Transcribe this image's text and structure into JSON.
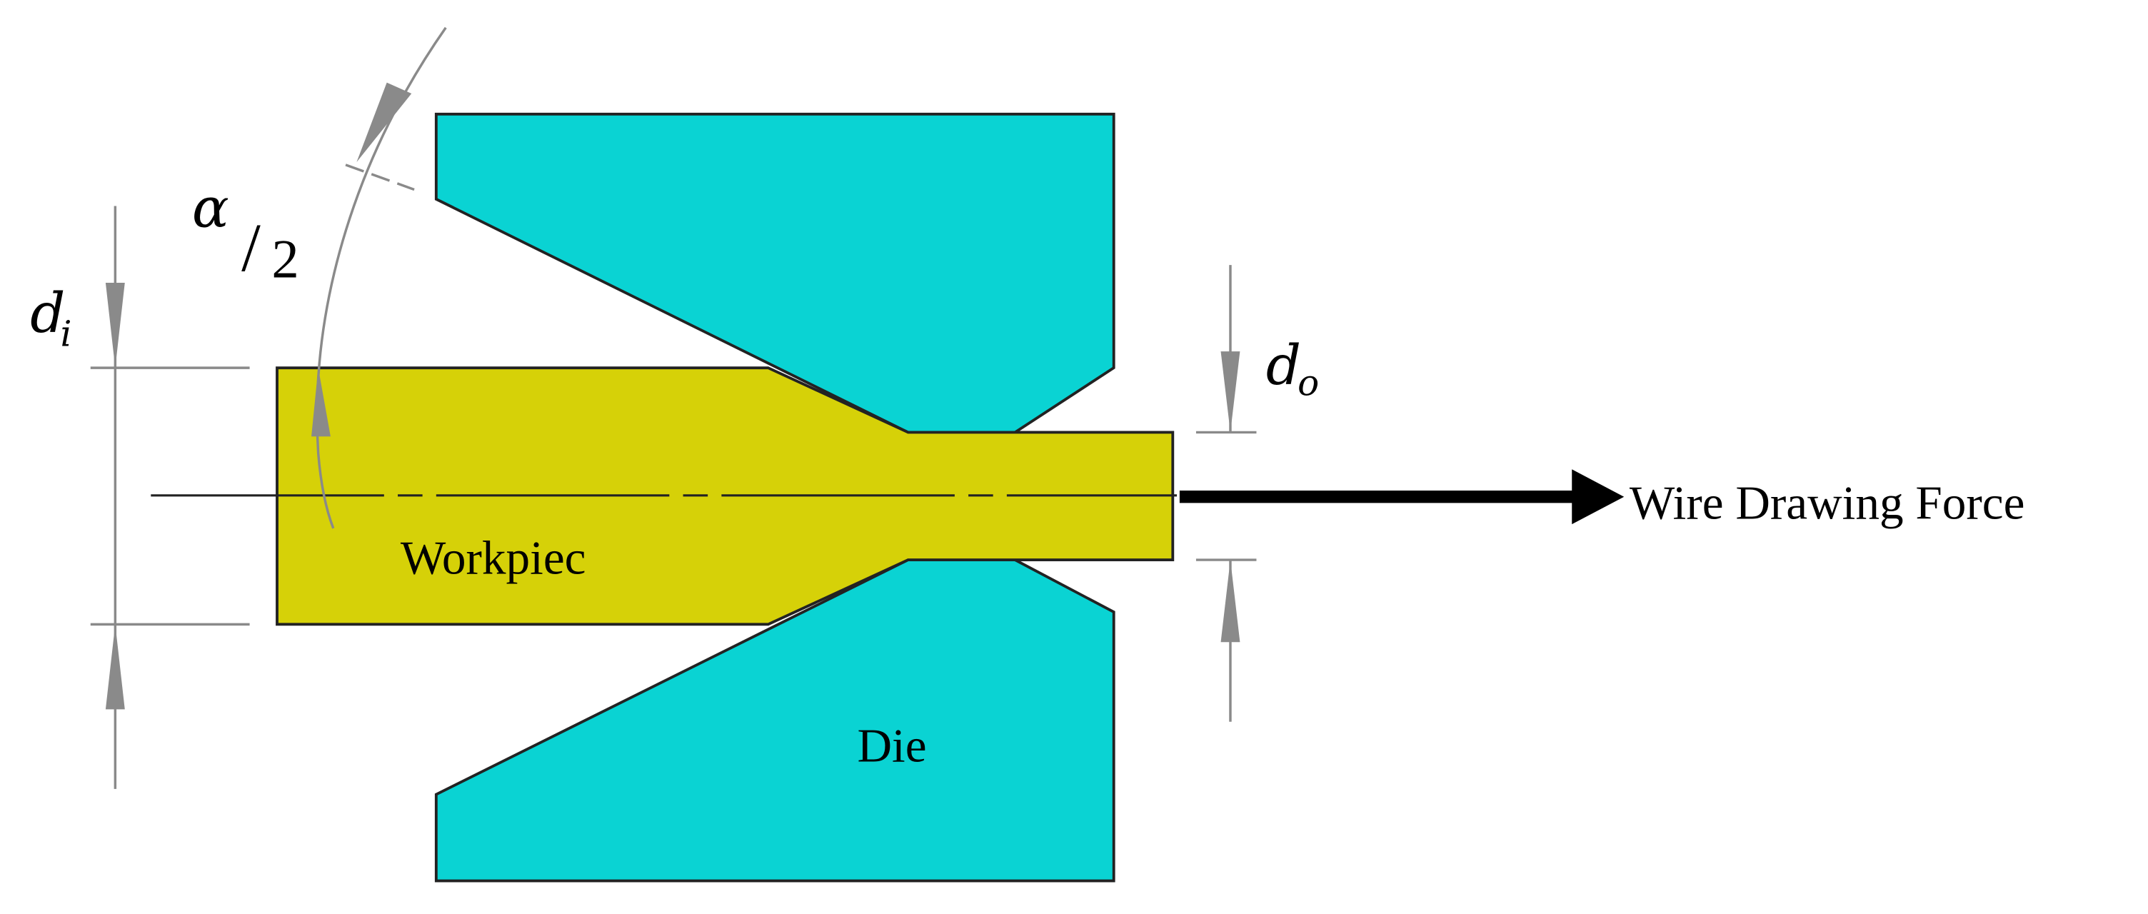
{
  "labels": {
    "workpiece": "Workpiec",
    "die": "Die",
    "force": "Wire Drawing Force",
    "angle_symbol": "α",
    "angle_slash": "/",
    "angle_divisor": "2",
    "d_in_base": "d",
    "d_in_sub": "i",
    "d_out_base": "d",
    "d_out_sub": "o"
  },
  "colors": {
    "die": "#0ad3d3",
    "workpiece": "#d6d108",
    "dimension": "#8a8a8a",
    "outline": "#222222",
    "arrow": "#000000"
  }
}
